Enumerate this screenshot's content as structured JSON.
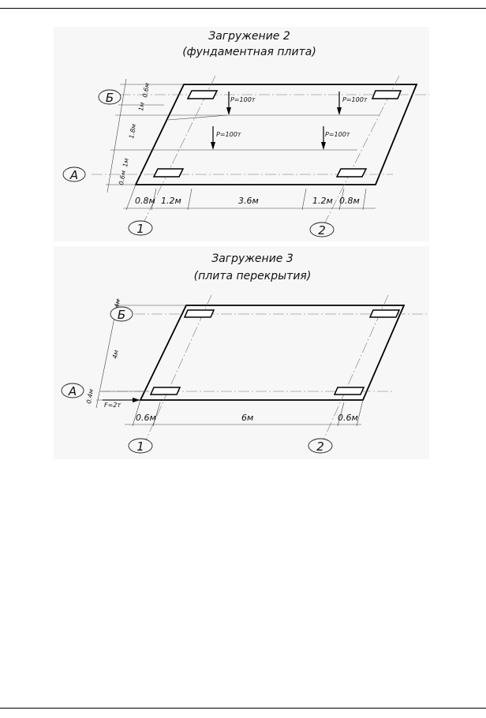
{
  "figure2": {
    "title_line1": "Загружение 2",
    "title_line2": "(фундаментная плита)",
    "axis_letter_top": "Б",
    "axis_letter_bottom": "А",
    "axis_number_left": "1",
    "axis_number_right": "2",
    "loads": [
      "P=100т",
      "P=100т",
      "P=100т",
      "P=100т"
    ],
    "bottom_dims": [
      "0.8м",
      "1.2м",
      "3.6м",
      "1.2м",
      "0.8м"
    ],
    "left_dims": [
      "0.6м",
      "1м",
      "1.8м",
      "1м",
      "0.6м"
    ]
  },
  "figure3": {
    "title_line1": "Загружение 3",
    "title_line2": "(плита перекрытия)",
    "axis_letter_top": "Б",
    "axis_letter_bottom": "А",
    "axis_number_left": "1",
    "axis_number_right": "2",
    "force": "F=2т",
    "bottom_dims": [
      "0.6м",
      "6м",
      "0.6м"
    ],
    "left_dims": [
      "0.4м",
      "4м",
      "0.4м"
    ]
  }
}
